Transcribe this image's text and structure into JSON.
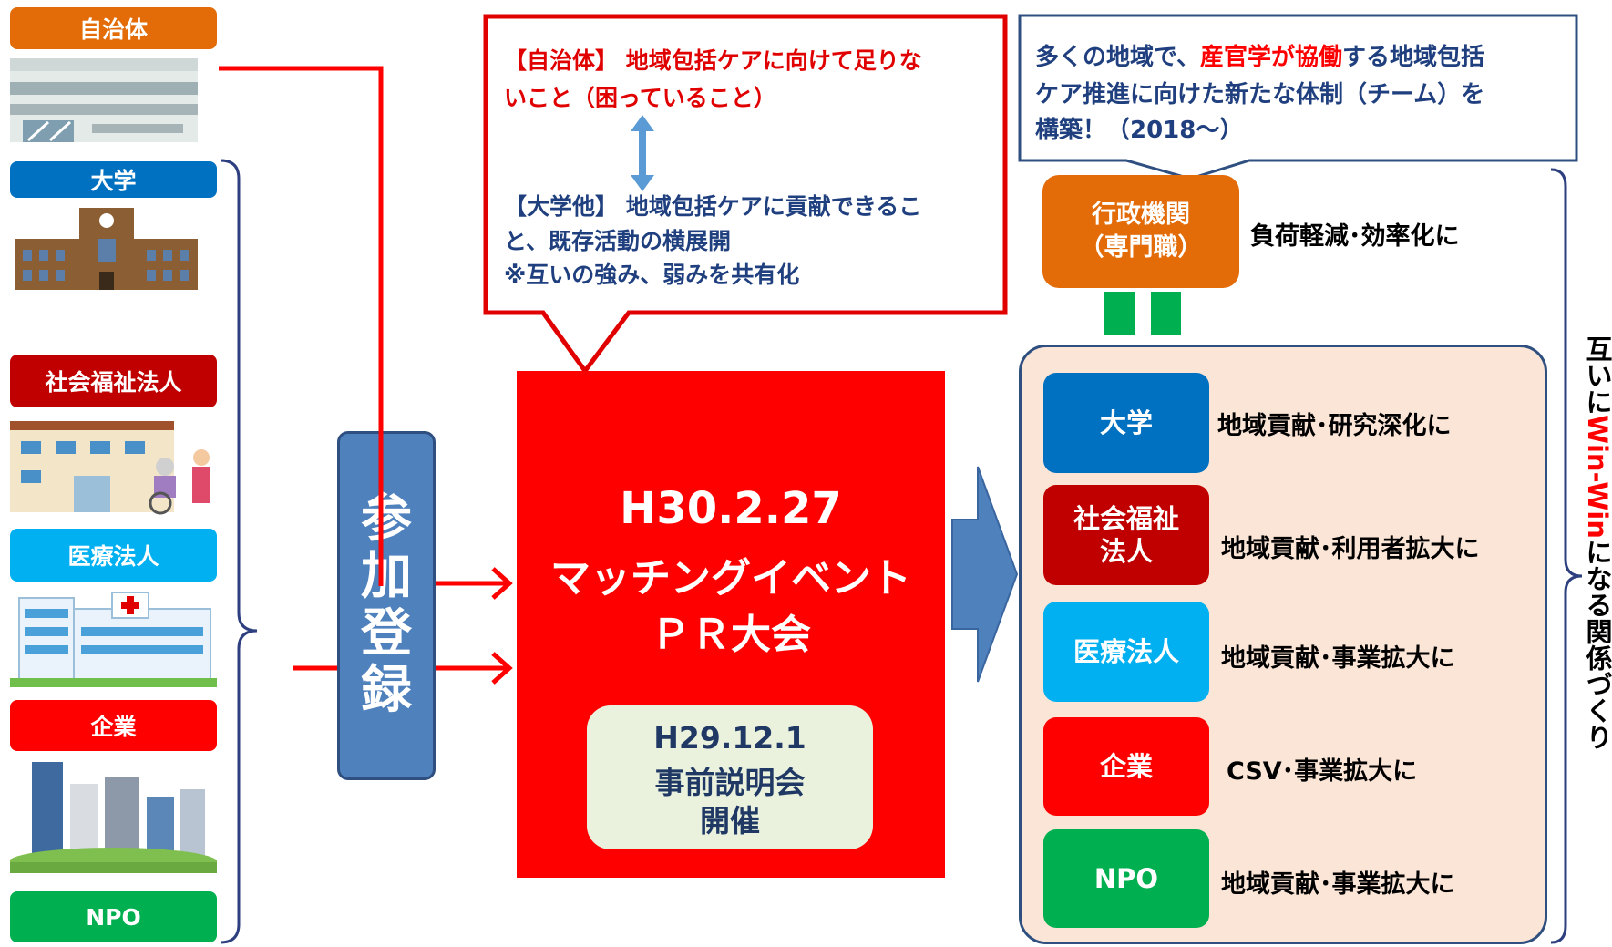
{
  "left_labels": {
    "jichitai": "自治体",
    "daigaku": "大学",
    "shakai": "社会福祉法人",
    "iryo": "医療法人",
    "kigyo": "企業",
    "npo": "NPO"
  },
  "registration": {
    "chars": [
      "参",
      "加",
      "登",
      "録"
    ]
  },
  "callout_left": {
    "line1": "【自治体】 地域包括ケアに向けて足りな",
    "line2": "いこと（困っていること）",
    "line3": "【大学他】 地域包括ケアに貢献できるこ",
    "line4": "と、既存活動の横展開",
    "line5": "※互いの強み、弱みを共有化"
  },
  "event": {
    "date": "H30.2.27",
    "name": "マッチングイベント",
    "pr": "ＰＲ大会",
    "pre_date": "H29.12.1",
    "pre_name": "事前説明会",
    "pre_held": "開催"
  },
  "callout_right": {
    "pre": "多くの地域で、",
    "highlight": "産官学が協働",
    "post": "する地域包括",
    "line2": "ケア推進に向けた新たな体制（チーム）を",
    "line3": "構築！（2018～）"
  },
  "gov": {
    "line1": "行政機関",
    "line2": "（専門職）",
    "benefit": "負荷軽減･効率化に"
  },
  "partners": [
    {
      "name": "大学",
      "benefit": "地域貢献･研究深化に"
    },
    {
      "name_line1": "社会福祉",
      "name_line2": "法人",
      "benefit": "地域貢献･利用者拡大に"
    },
    {
      "name": "医療法人",
      "benefit": "地域貢献･事業拡大に"
    },
    {
      "name": "企業",
      "benefit": "CSV･事業拡大に"
    },
    {
      "name": "NPO",
      "benefit": "地域貢献･事業拡大に"
    }
  ],
  "vertical": {
    "pre": "互いに",
    "highlight": "Win-Win",
    "post": "になる関係づくり"
  },
  "colors": {
    "orange": "#e36c09",
    "blue": "#0070c0",
    "darkred": "#c00000",
    "cyan": "#00b0f0",
    "red": "#ff0000",
    "green": "#00b050",
    "steelblue": "#4f81bd",
    "peach": "#fbe5d6"
  }
}
